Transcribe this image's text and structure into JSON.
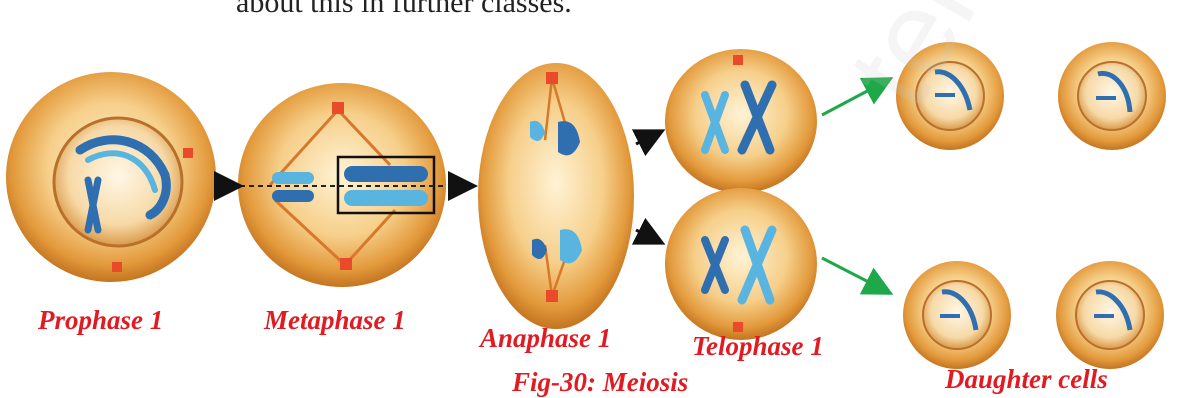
{
  "top_text": "about this in further classes.",
  "labels": {
    "prophase": "Prophase 1",
    "metaphase": "Metaphase 1",
    "anaphase": "Anaphase 1",
    "telophase": "Telophase 1",
    "daughter": "Daughter cells",
    "caption": "Fig-30: Meiosis"
  },
  "watermark": "telangana",
  "colors": {
    "label_red": "#e11b22",
    "cell_orange": "#e39a3c",
    "chromosome_blue": "#2f6fb0",
    "arrow_green": "#1fa84a"
  }
}
